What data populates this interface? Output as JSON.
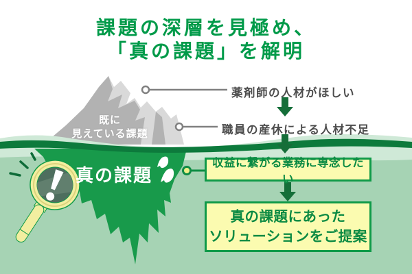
{
  "title": {
    "line1": "課題の深層を見極め、",
    "line2": "「真の課題」を解明"
  },
  "iceberg": {
    "visible_label_line1": "既に",
    "visible_label_line2": "見えている課題",
    "hidden_label": "真の課題"
  },
  "callouts": [
    {
      "text": "薬剤師の人材がほしい"
    },
    {
      "text": "職員の産休による人材不足"
    },
    {
      "text": "収益に繋がる業務に専念したい"
    }
  ],
  "solution_box": {
    "line1": "真の課題にあった",
    "line2": "ソリューションをご提案"
  },
  "icons": [
    "magnifier-icon",
    "exclamation-mark-icon",
    "quote-mark-icon",
    "down-arrow-icon",
    "connector-dot-icon"
  ],
  "colors": {
    "title_green": "#009a49",
    "arrow_green": "#156e39",
    "box_fill": "#fbfbb0",
    "box_border": "#0f9a48",
    "box_text": "#0b8a43",
    "callout_text_gray": "#4d4d4d",
    "connector_gray": "#808080",
    "water_main": "#a6d3b4",
    "water_light_band": "#cfe9d7",
    "water_dark_stripe": "#0d7a3c",
    "iceberg_underwater_green": "#189a4b",
    "iceberg_gray_dark": "#b2b2b2",
    "iceberg_gray_light": "#d9d9d9",
    "magnifier_yellow": "#f2eea0",
    "lens_dark_green": "#4e6e5e",
    "label_white": "#ffffff"
  }
}
